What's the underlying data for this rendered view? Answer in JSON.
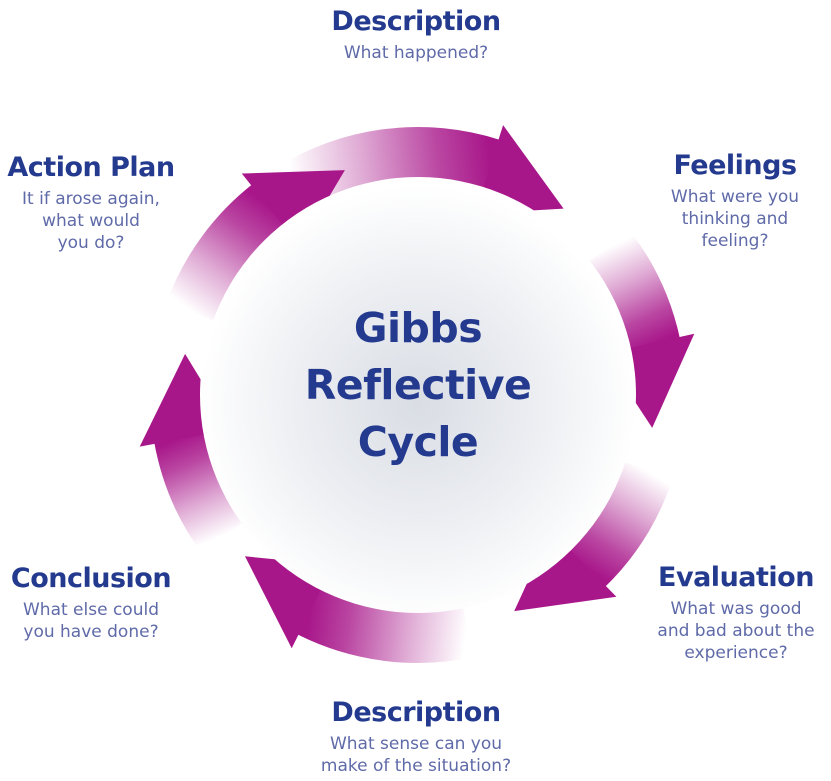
{
  "diagram": {
    "center_title_lines": [
      "Gibbs",
      "Reflective",
      "Cycle"
    ],
    "colors": {
      "arrow": "#a8178a",
      "title_text": "#233a8f",
      "subtitle_text": "#5f6aa8",
      "center_fill": "#e6e9ee"
    },
    "stages": [
      {
        "title": "Description",
        "lines": [
          "What happened?"
        ]
      },
      {
        "title": "Feelings",
        "lines": [
          "What were you",
          "thinking and",
          "feeling?"
        ]
      },
      {
        "title": "Evaluation",
        "lines": [
          "What was good",
          "and bad about the",
          "experience?"
        ]
      },
      {
        "title": "Description",
        "lines": [
          "What sense can you",
          "make of the situation?"
        ]
      },
      {
        "title": "Conclusion",
        "lines": [
          "What else could",
          "you have done?"
        ]
      },
      {
        "title": "Action Plan",
        "lines": [
          "It if arose again,",
          "what would",
          "you do?"
        ]
      }
    ],
    "arrows": [
      {
        "from": "Action Plan",
        "to": "Description",
        "direction": "clockwise"
      },
      {
        "from": "Description",
        "to": "Feelings",
        "direction": "clockwise"
      },
      {
        "from": "Feelings",
        "to": "Evaluation",
        "direction": "clockwise"
      },
      {
        "from": "Evaluation",
        "to": "Description",
        "direction": "clockwise"
      },
      {
        "from": "Description",
        "to": "Conclusion",
        "direction": "clockwise"
      },
      {
        "from": "Conclusion",
        "to": "Action Plan",
        "direction": "clockwise"
      }
    ]
  }
}
